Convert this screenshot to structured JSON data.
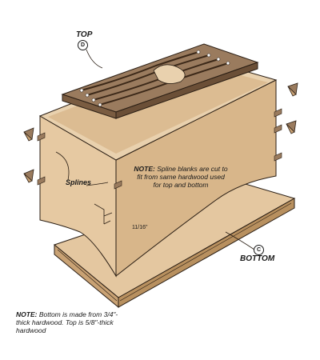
{
  "labels": {
    "top": "TOP",
    "top_badge": "D",
    "bottom": "BOTTOM",
    "bottom_badge": "C",
    "splines": "Splines",
    "dimension": "11/16\""
  },
  "notes": {
    "spline_note_prefix": "NOTE:",
    "spline_note_text": "Spline blanks are cut to fit from same hardwood used for top and bottom",
    "bottom_note_prefix": "NOTE:",
    "bottom_note_text": "Bottom is made from 3/4\"-thick hardwood. Top is 5/8\"-thick hardwood"
  },
  "colors": {
    "body": "#e6c9a2",
    "body_side": "#d8b68a",
    "body_shadow": "#c9a274",
    "top_panel": "#9a7b5e",
    "top_edge": "#7a5c41",
    "groove": "#3b2818",
    "bottom_top": "#e4c7a0",
    "bottom_edge": "#c9a274",
    "outline": "#2a1e14"
  }
}
